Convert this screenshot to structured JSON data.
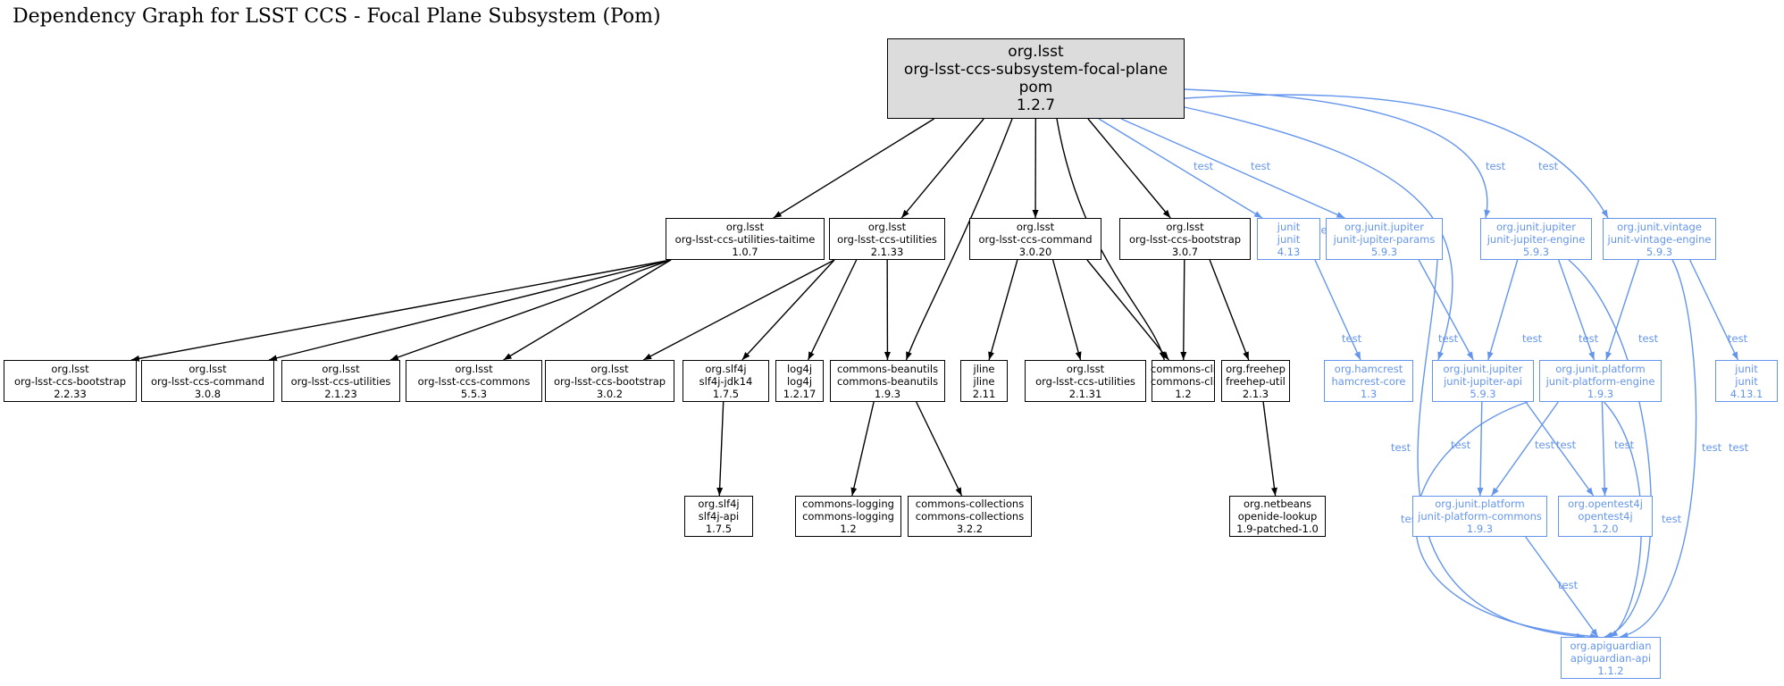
{
  "title": "Dependency Graph for LSST CCS - Focal Plane Subsystem (Pom)",
  "colors": {
    "compile": "#000000",
    "test": "#6495ed",
    "root_fill": "#dcdcdc"
  },
  "edge_label_test": "test",
  "nodes": [
    {
      "id": "root",
      "lines": [
        "org.lsst",
        "org-lsst-ccs-subsystem-focal-plane",
        "pom",
        "1.2.7"
      ],
      "kind": "root"
    },
    {
      "id": "taitime",
      "lines": [
        "org.lsst",
        "org-lsst-ccs-utilities-taitime",
        "1.0.7"
      ],
      "kind": "compile"
    },
    {
      "id": "util2133",
      "lines": [
        "org.lsst",
        "org-lsst-ccs-utilities",
        "2.1.33"
      ],
      "kind": "compile"
    },
    {
      "id": "cmd3020",
      "lines": [
        "org.lsst",
        "org-lsst-ccs-command",
        "3.0.20"
      ],
      "kind": "compile"
    },
    {
      "id": "boot307",
      "lines": [
        "org.lsst",
        "org-lsst-ccs-bootstrap",
        "3.0.7"
      ],
      "kind": "compile"
    },
    {
      "id": "junit413",
      "lines": [
        "junit",
        "junit",
        "4.13"
      ],
      "kind": "test"
    },
    {
      "id": "jparams",
      "lines": [
        "org.junit.jupiter",
        "junit-jupiter-params",
        "5.9.3"
      ],
      "kind": "test"
    },
    {
      "id": "jengine",
      "lines": [
        "org.junit.jupiter",
        "junit-jupiter-engine",
        "5.9.3"
      ],
      "kind": "test"
    },
    {
      "id": "vintage",
      "lines": [
        "org.junit.vintage",
        "junit-vintage-engine",
        "5.9.3"
      ],
      "kind": "test"
    },
    {
      "id": "boot2233",
      "lines": [
        "org.lsst",
        "org-lsst-ccs-bootstrap",
        "2.2.33"
      ],
      "kind": "compile"
    },
    {
      "id": "cmd308",
      "lines": [
        "org.lsst",
        "org-lsst-ccs-command",
        "3.0.8"
      ],
      "kind": "compile"
    },
    {
      "id": "util2123",
      "lines": [
        "org.lsst",
        "org-lsst-ccs-utilities",
        "2.1.23"
      ],
      "kind": "compile"
    },
    {
      "id": "commons553",
      "lines": [
        "org.lsst",
        "org-lsst-ccs-commons",
        "5.5.3"
      ],
      "kind": "compile"
    },
    {
      "id": "boot302",
      "lines": [
        "org.lsst",
        "org-lsst-ccs-bootstrap",
        "3.0.2"
      ],
      "kind": "compile"
    },
    {
      "id": "slf4jjdk",
      "lines": [
        "org.slf4j",
        "slf4j-jdk14",
        "1.7.5"
      ],
      "kind": "compile"
    },
    {
      "id": "log4j",
      "lines": [
        "log4j",
        "log4j",
        "1.2.17"
      ],
      "kind": "compile"
    },
    {
      "id": "beanutils",
      "lines": [
        "commons-beanutils",
        "commons-beanutils",
        "1.9.3"
      ],
      "kind": "compile"
    },
    {
      "id": "jline",
      "lines": [
        "jline",
        "jline",
        "2.11"
      ],
      "kind": "compile"
    },
    {
      "id": "util2131",
      "lines": [
        "org.lsst",
        "org-lsst-ccs-utilities",
        "2.1.31"
      ],
      "kind": "compile"
    },
    {
      "id": "cli",
      "lines": [
        "commons-cli",
        "commons-cli",
        "1.2"
      ],
      "kind": "compile"
    },
    {
      "id": "freehep",
      "lines": [
        "org.freehep",
        "freehep-util",
        "2.1.3"
      ],
      "kind": "compile"
    },
    {
      "id": "hamcrest",
      "lines": [
        "org.hamcrest",
        "hamcrest-core",
        "1.3"
      ],
      "kind": "test"
    },
    {
      "id": "japi",
      "lines": [
        "org.junit.jupiter",
        "junit-jupiter-api",
        "5.9.3"
      ],
      "kind": "test"
    },
    {
      "id": "pengine",
      "lines": [
        "org.junit.platform",
        "junit-platform-engine",
        "1.9.3"
      ],
      "kind": "test"
    },
    {
      "id": "junit4131",
      "lines": [
        "junit",
        "junit",
        "4.13.1"
      ],
      "kind": "test"
    },
    {
      "id": "slf4japi",
      "lines": [
        "org.slf4j",
        "slf4j-api",
        "1.7.5"
      ],
      "kind": "compile"
    },
    {
      "id": "logging",
      "lines": [
        "commons-logging",
        "commons-logging",
        "1.2"
      ],
      "kind": "compile"
    },
    {
      "id": "collections",
      "lines": [
        "commons-collections",
        "commons-collections",
        "3.2.2"
      ],
      "kind": "compile"
    },
    {
      "id": "openid",
      "lines": [
        "org.netbeans",
        "openide-lookup",
        "1.9-patched-1.0"
      ],
      "kind": "compile"
    },
    {
      "id": "pcommons",
      "lines": [
        "org.junit.platform",
        "junit-platform-commons",
        "1.9.3"
      ],
      "kind": "test"
    },
    {
      "id": "opentest4j",
      "lines": [
        "org.opentest4j",
        "opentest4j",
        "1.2.0"
      ],
      "kind": "test"
    },
    {
      "id": "apiguardian",
      "lines": [
        "org.apiguardian",
        "apiguardian-api",
        "1.1.2"
      ],
      "kind": "test"
    }
  ],
  "edges": [
    {
      "from": "root",
      "to": "taitime",
      "scope": "compile"
    },
    {
      "from": "root",
      "to": "util2133",
      "scope": "compile"
    },
    {
      "from": "root",
      "to": "beanutils",
      "scope": "compile"
    },
    {
      "from": "root",
      "to": "cmd3020",
      "scope": "compile"
    },
    {
      "from": "root",
      "to": "cli",
      "scope": "compile"
    },
    {
      "from": "root",
      "to": "boot307",
      "scope": "compile"
    },
    {
      "from": "root",
      "to": "junit413",
      "scope": "test"
    },
    {
      "from": "root",
      "to": "jparams",
      "scope": "test"
    },
    {
      "from": "root",
      "to": "japi",
      "scope": "test"
    },
    {
      "from": "root",
      "to": "jengine",
      "scope": "test"
    },
    {
      "from": "root",
      "to": "vintage",
      "scope": "test"
    },
    {
      "from": "taitime",
      "to": "boot2233",
      "scope": "compile"
    },
    {
      "from": "taitime",
      "to": "cmd308",
      "scope": "compile"
    },
    {
      "from": "taitime",
      "to": "util2123",
      "scope": "compile"
    },
    {
      "from": "taitime",
      "to": "commons553",
      "scope": "compile"
    },
    {
      "from": "util2133",
      "to": "boot302",
      "scope": "compile"
    },
    {
      "from": "util2133",
      "to": "slf4jjdk",
      "scope": "compile"
    },
    {
      "from": "util2133",
      "to": "log4j",
      "scope": "compile"
    },
    {
      "from": "util2133",
      "to": "beanutils",
      "scope": "compile"
    },
    {
      "from": "cmd3020",
      "to": "jline",
      "scope": "compile"
    },
    {
      "from": "cmd3020",
      "to": "util2131",
      "scope": "compile"
    },
    {
      "from": "cmd3020",
      "to": "cli",
      "scope": "compile"
    },
    {
      "from": "boot307",
      "to": "cli",
      "scope": "compile"
    },
    {
      "from": "boot307",
      "to": "freehep",
      "scope": "compile"
    },
    {
      "from": "slf4jjdk",
      "to": "slf4japi",
      "scope": "compile"
    },
    {
      "from": "beanutils",
      "to": "logging",
      "scope": "compile"
    },
    {
      "from": "beanutils",
      "to": "collections",
      "scope": "compile"
    },
    {
      "from": "freehep",
      "to": "openid",
      "scope": "compile"
    },
    {
      "from": "junit413",
      "to": "hamcrest",
      "scope": "test"
    },
    {
      "from": "jparams",
      "to": "japi",
      "scope": "test"
    },
    {
      "from": "jparams",
      "to": "apiguardian",
      "scope": "test"
    },
    {
      "from": "jengine",
      "to": "japi",
      "scope": "test"
    },
    {
      "from": "jengine",
      "to": "pengine",
      "scope": "test"
    },
    {
      "from": "jengine",
      "to": "apiguardian",
      "scope": "test"
    },
    {
      "from": "vintage",
      "to": "pengine",
      "scope": "test"
    },
    {
      "from": "vintage",
      "to": "junit4131",
      "scope": "test"
    },
    {
      "from": "vintage",
      "to": "apiguardian",
      "scope": "test"
    },
    {
      "from": "japi",
      "to": "pcommons",
      "scope": "test"
    },
    {
      "from": "japi",
      "to": "opentest4j",
      "scope": "test"
    },
    {
      "from": "japi",
      "to": "apiguardian",
      "scope": "test"
    },
    {
      "from": "pengine",
      "to": "pcommons",
      "scope": "test"
    },
    {
      "from": "pengine",
      "to": "opentest4j",
      "scope": "test"
    },
    {
      "from": "pengine",
      "to": "apiguardian",
      "scope": "test"
    },
    {
      "from": "pcommons",
      "to": "apiguardian",
      "scope": "test"
    }
  ]
}
